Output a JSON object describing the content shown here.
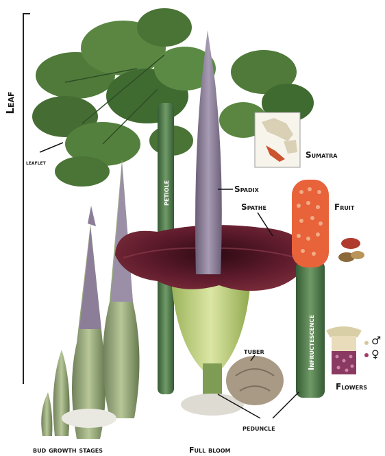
{
  "labels": {
    "leaf": "Leaf",
    "leaflet": "leaflet",
    "petiole": "petiole",
    "spadix": "Spadix",
    "spathe": "Spathe",
    "sumatra": "Sumatra",
    "fruit": "Fruit",
    "infructescence": "Infructescence",
    "tuber": "tuber",
    "flowers": "Flowers",
    "male_symbol": "♂",
    "female_symbol": "♀",
    "peduncle": "peduncle",
    "bud_growth_stages": "bud growth stages",
    "full_bloom": "Full bloom"
  },
  "colors": {
    "leaf_green": "#4f7a3a",
    "leaf_dark": "#355a28",
    "stalk_green": "#4e7a4a",
    "spathe_maroon": "#5a1a2a",
    "spadix_purple": "#8c7e98",
    "fruit_orange": "#e8623a",
    "bud_green": "#8fa86a"
  }
}
